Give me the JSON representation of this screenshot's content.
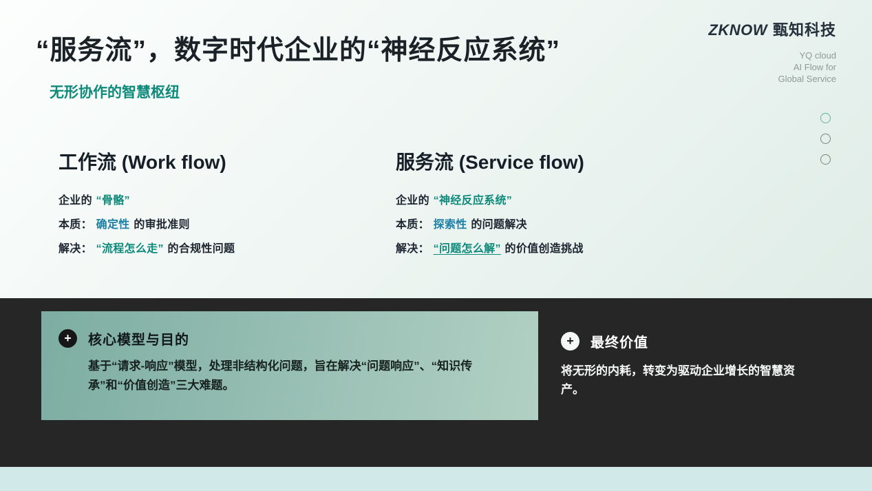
{
  "brand": {
    "logo": "ZKNOW",
    "company": "甄知科技",
    "tagline": [
      "YQ cloud",
      "AI Flow for",
      "Global Service"
    ]
  },
  "header": {
    "title": "“服务流”，数字时代企业的“神经反应系统”",
    "subtitle": "无形协作的智慧枢纽"
  },
  "columns": [
    {
      "heading": "工作流 (Work flow)",
      "lines": [
        {
          "prefix": "企业的",
          "highlight": "“骨骼”",
          "suffix": ""
        },
        {
          "prefix": "本质：",
          "highlight": "确定性",
          "suffix": "的审批准则"
        },
        {
          "prefix": "解决：",
          "highlight": "“流程怎么走”",
          "suffix": "的合规性问题"
        }
      ]
    },
    {
      "heading": "服务流 (Service flow)",
      "lines": [
        {
          "prefix": "企业的",
          "highlight": "“神经反应系统”",
          "suffix": ""
        },
        {
          "prefix": "本质：",
          "highlight": "探索性",
          "suffix": "的问题解决"
        },
        {
          "prefix": "解决：",
          "highlight": "“问题怎么解”",
          "suffix": "的价值创造挑战"
        }
      ]
    }
  ],
  "cards": [
    {
      "icon_glyph": "+",
      "title": "核心模型与目的",
      "body": "基于“请求-响应”模型，处理非结构化问题，旨在解决“问题响应”、“知识传承”和“价值创造”三大难题。"
    },
    {
      "icon_glyph": "+",
      "title": "最终价值",
      "body": "将无形的内耗，转变为驱动企业增长的智慧资产。"
    }
  ],
  "nav_dots": {
    "count": 3
  },
  "colors": {
    "accent-teal": "#0E8A7B",
    "accent-blue": "#1C80A8",
    "dark-panel": "#262626",
    "card-gradient-start": "#7DADA2",
    "card-gradient-end": "#B2D0C4",
    "footer-strip": "#D2E9EA"
  }
}
